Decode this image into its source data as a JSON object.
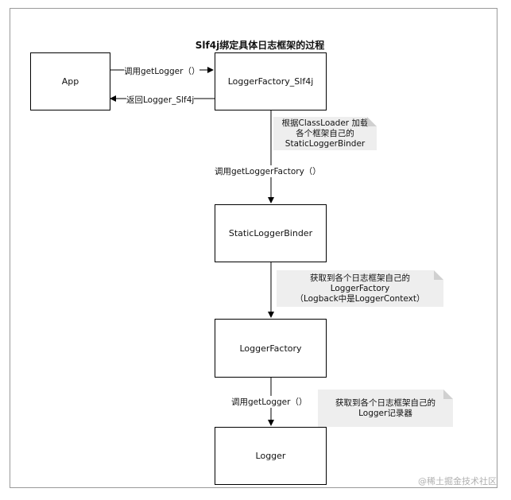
{
  "title": "Slf4j绑定具体日志框架的过程",
  "nodes": {
    "app": "App",
    "logger_factory_slf4j": "LoggerFactory_Slf4j",
    "static_logger_binder": "StaticLoggerBinder",
    "logger_factory": "LoggerFactory",
    "logger": "Logger"
  },
  "edges": {
    "get_logger_1": "调用getLogger（）",
    "return_logger": "返回Logger_Slf4j",
    "get_logger_factory": "调用getLoggerFactory（）",
    "get_logger_2": "调用getLogger（）"
  },
  "notes": {
    "note1": [
      "根据ClassLoader 加载",
      "各个框架自己的",
      "StaticLoggerBinder"
    ],
    "note2": [
      "获取到各个日志框架自己的",
      "LoggerFactory",
      "（Logback中是LoggerContext）"
    ],
    "note3": [
      "获取到各个日志框架自己的",
      "Logger记录器"
    ]
  },
  "watermark": "@稀土掘金技术社区"
}
